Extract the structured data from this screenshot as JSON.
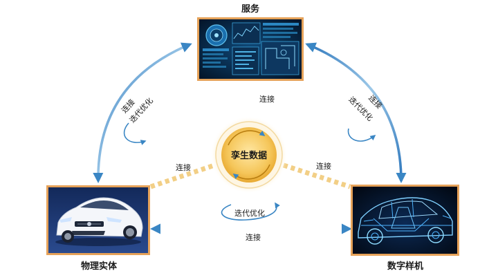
{
  "nodes": {
    "service": {
      "label": "服务"
    },
    "physical": {
      "label": "物理实体"
    },
    "digital": {
      "label": "数字样机"
    },
    "twin": {
      "label": "孪生数据"
    }
  },
  "edges": {
    "left_connect": "连接",
    "left_iterate": "迭代优化",
    "right_connect": "连接",
    "right_iterate": "迭代优化",
    "bottom_iterate": "迭代优化",
    "bottom_connect": "连接",
    "center_top_connect": "连接",
    "center_left_connect": "连接",
    "center_right_connect": "连接"
  },
  "colors": {
    "arrow_blue": "#3a86c4",
    "dash_gold": "#f2cf86",
    "hub_gold": "#e9b13a",
    "frame_orange": "#e6a259"
  }
}
